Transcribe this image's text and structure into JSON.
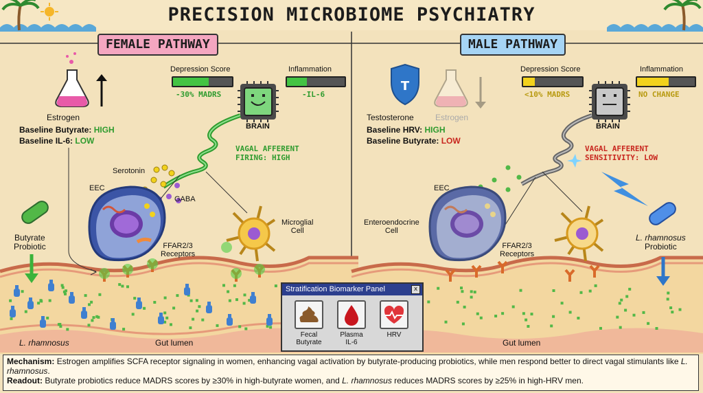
{
  "title": "PRECISION MICROBIOME PSYCHIATRY",
  "female": {
    "badge": "FEMALE PATHWAY",
    "estrogen_label": "Estrogen",
    "baseline_1_label": "Baseline Butyrate: ",
    "baseline_1_value": "HIGH",
    "baseline_2_label": "Baseline IL-6: ",
    "baseline_2_value": "LOW",
    "depression_label": "Depression Score",
    "depression_readout": "-30% MADRS",
    "depression_level": 0.6,
    "inflammation_label": "Inflammation",
    "inflammation_readout": "-IL-6",
    "inflammation_level": 0.35,
    "brain_label": "BRAIN",
    "vagal_line1": "VAGAL AFFERENT",
    "vagal_line2": "FIRING: HIGH",
    "serotonin": "Serotonin",
    "gaba": "GABA",
    "eec": "EEC",
    "ffar_line1": "FFAR2/3",
    "ffar_line2": "Receptors",
    "microglial_line1": "Microglial",
    "microglial_line2": "Cell",
    "probiotic_line1": "Butyrate",
    "probiotic_line2": "Probiotic",
    "bacteria_label": "L. rhamnosus",
    "lumen": "Gut lumen"
  },
  "male": {
    "badge": "MALE PATHWAY",
    "testosterone_label": "Testosterone",
    "estrogen_label": "Estrogen",
    "baseline_1_label": "Baseline HRV: ",
    "baseline_1_value": "HIGH",
    "baseline_2_label": "Baseline Butyrate: ",
    "baseline_2_value": "LOW",
    "depression_label": "Depression Score",
    "depression_readout": "<10% MADRS",
    "depression_level": 0.2,
    "inflammation_label": "Inflammation",
    "inflammation_readout": "NO CHANGE",
    "inflammation_level": 0.55,
    "brain_label": "BRAIN",
    "vagal_line1": "VAGAL AFFERENT",
    "vagal_line2": "SENSITIVITY: LOW",
    "eec": "EEC",
    "enteroendocrine_line1": "Enteroendocrine",
    "enteroendocrine_line2": "Cell",
    "ffar_line1": "FFAR2/3",
    "ffar_line2": "Receptors",
    "probiotic_line1": "L. rhamnosus",
    "probiotic_line2": "Probiotic",
    "lumen": "Gut lumen"
  },
  "panel": {
    "title": "Stratification Biomarker Panel",
    "close": "x",
    "items": [
      {
        "line1": "Fecal",
        "line2": "Butyrate",
        "icon": "stool-icon"
      },
      {
        "line1": "Plasma",
        "line2": "IL-6",
        "icon": "blood-drop-icon"
      },
      {
        "line1": "HRV",
        "line2": "",
        "icon": "heart-rate-icon"
      }
    ]
  },
  "footer": {
    "mechanism_label": "Mechanism:",
    "mechanism_text": " Estrogen amplifies SCFA receptor signaling in women, enhancing vagal activation by butyrate-producing probiotics, while men respond better to direct vagal stimulants like ",
    "mechanism_italic": "L. rhamnosus",
    "mechanism_end": ".",
    "readout_label": "Readout:",
    "readout_text_1": " Butyrate probiotics reduce MADRS scores by ≥30% in high-butyrate women, and ",
    "readout_italic": "L. rhamnosus",
    "readout_text_2": " reduces MADRS scores by ≥25% in high-HRV men."
  },
  "colors": {
    "background": "#f3e2bc",
    "female_badge": "#f4a6c0",
    "male_badge": "#a6d4f4",
    "high": "#2e9b2e",
    "low": "#c8261e",
    "meter_green": "#43c443",
    "meter_yellow": "#f2d21c"
  }
}
